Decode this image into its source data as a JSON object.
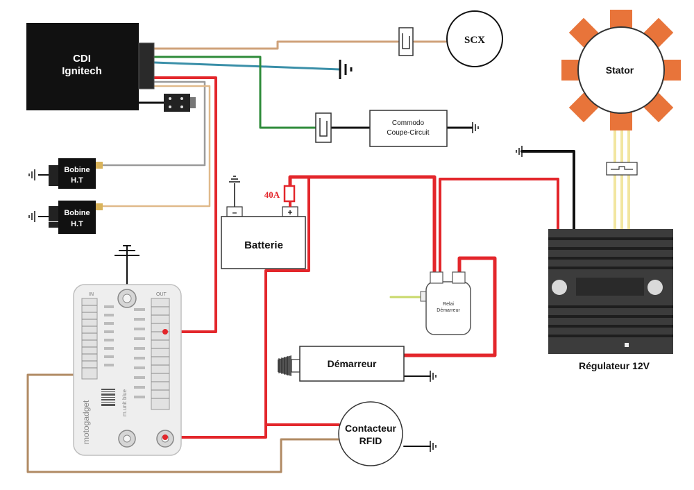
{
  "components": {
    "cdi": {
      "line1": "CDI",
      "line2": "Ignitech"
    },
    "scx": "SCX",
    "stator": "Stator",
    "commodo": {
      "line1": "Commodo",
      "line2": "Coupe-Circuit"
    },
    "bobine1": {
      "line1": "Bobine",
      "line2": "H.T"
    },
    "bobine2": {
      "line1": "Bobine",
      "line2": "H.T"
    },
    "batterie": {
      "label": "Batterie",
      "minus": "–",
      "plus": "+"
    },
    "fuse": "40A",
    "relai": {
      "line1": "Relai",
      "line2": "Démarreur"
    },
    "demarreur": "Démarreur",
    "regulateur": "Régulateur 12V",
    "contacteur": {
      "line1": "Contacteur",
      "line2": "RFID"
    },
    "module": {
      "in_label": "IN",
      "out_label": "OUT",
      "brand": "motogadget",
      "model": "m.unit blue"
    }
  },
  "colors": {
    "red_wire": "#e3262b",
    "brown_wire": "#b08a63",
    "tan_wire": "#cfa27a",
    "green_wire": "#2e8b3a",
    "blue_wire": "#3a8fa8",
    "stator_pads": "#e8743a",
    "stator_wires": "#f2e6a0",
    "black": "#111111"
  }
}
